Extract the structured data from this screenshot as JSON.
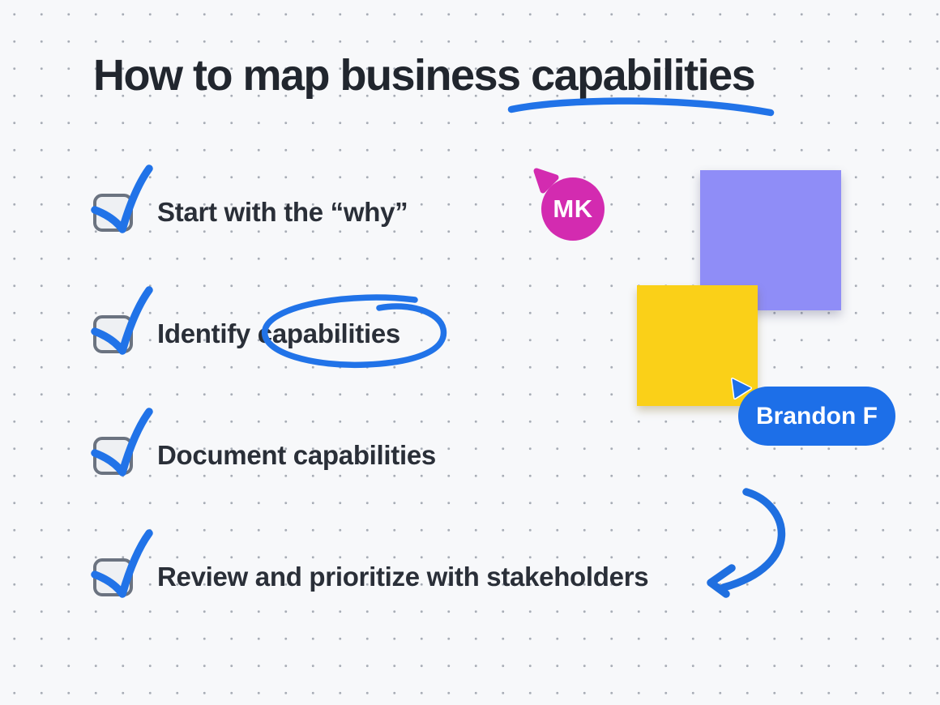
{
  "board": {
    "title": "How to map business capabilities",
    "background_color": "#f7f8fa",
    "annotation_color": "#2173e8",
    "text_color": "#21262e"
  },
  "checklist": {
    "items": [
      {
        "label": "Start with the “why”",
        "checked": true
      },
      {
        "label": "Identify capabilities",
        "checked": true,
        "circled_word": "capabilities"
      },
      {
        "label": "Document capabilities",
        "checked": true
      },
      {
        "label": "Review and prioritize with stakeholders",
        "checked": true
      }
    ]
  },
  "collaborators": {
    "avatar_cursor": {
      "initials": "MK",
      "color": "#d32bb0"
    },
    "name_cursor": {
      "name": "Brandon F",
      "color": "#1d6fe8"
    }
  },
  "sticky_notes": {
    "purple": {
      "color": "#8f8df7"
    },
    "yellow": {
      "color": "#fad018"
    }
  },
  "annotations": {
    "title_underline": "blue hand-drawn underline under 'capabilities'",
    "circle": "blue hand-drawn ellipse around 'capabilities'",
    "arrow": "blue curved arrow pointing at last checklist item"
  }
}
